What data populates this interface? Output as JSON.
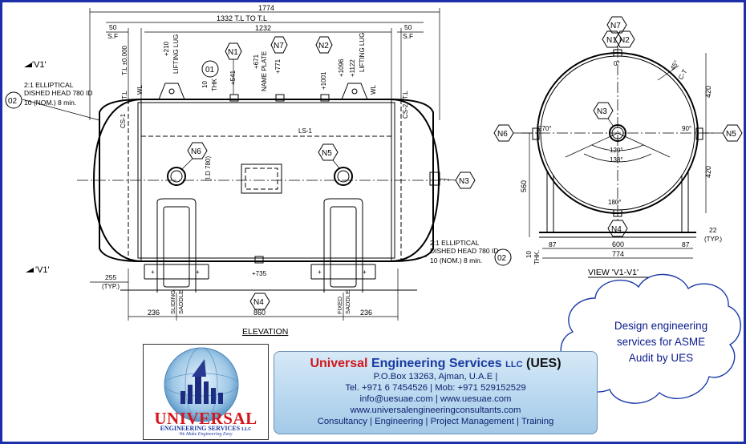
{
  "elevation": {
    "title": "ELEVATION",
    "dims": {
      "overall": "1774",
      "tl_to_tl": "1332 T.L TO T.L",
      "shell": "1232",
      "sf_left_val": "50",
      "sf_left_lbl": "S.F",
      "sf_right_val": "50",
      "sf_right_lbl": "S.F",
      "dim_255": "255",
      "typ": "(TYP.)",
      "dim_236_left": "236",
      "dim_860": "860",
      "dim_236_right": "236",
      "id_780": "(I.D 780)"
    },
    "elevations": {
      "tl_zero": "T.L ±0.000",
      "lug1": "+210",
      "lug1_lbl": "LIFTING LUG",
      "n1": "+541",
      "nameplate_val": "+671",
      "nameplate_lbl": "NAME PLATE",
      "n7": "+771",
      "n2": "+1001",
      "n2b": "+1096",
      "lug2": "+1122",
      "lug2_lbl": "LIFTING LUG",
      "n4": "+735"
    },
    "labels": {
      "wl_left": "WL",
      "wl_right": "WL",
      "tl_left": "T.L",
      "tl_right": "T.L",
      "thk_val": "10",
      "thk_lbl": "THK",
      "cs1": "CS-1",
      "cs2": "CS-2",
      "ls1": "LS-1",
      "sliding_saddle_1": "SLIDING",
      "sliding_saddle_2": "SADDLE",
      "fixed_saddle_1": "FIXED",
      "fixed_saddle_2": "SADDLE",
      "view_top": "'V1'",
      "view_bottom": "'V1'"
    },
    "heads": {
      "head_left": [
        "2:1 ELLIPTICAL",
        "DISHED HEAD 780 ID",
        "10 (NOM.) 8 min."
      ],
      "head_right": [
        "2:1 ELLIPTICAL",
        "DISHED HEAD 780 ID",
        "10 (NOM.) 8 min."
      ]
    },
    "tags": {
      "t01": "01",
      "t02_left": "02",
      "t02_right": "02",
      "n1": "N1",
      "n2": "N2",
      "n3": "N3",
      "n4": "N4",
      "n5": "N5",
      "n6": "N6",
      "n7": "N7"
    }
  },
  "side_view": {
    "title": "VIEW  'V1-V1'",
    "tags": {
      "n7": "N7",
      "n1": "N1",
      "n2": "N2",
      "n3": "N3",
      "n4": "N4",
      "n5": "N5",
      "n6": "N6"
    },
    "angles": {
      "a0": "0°",
      "a90": "90°",
      "a180": "180°",
      "a270": "270°",
      "a120": "120°",
      "a138": "138°",
      "a45": "45°",
      "ct": "C-T"
    },
    "dims": {
      "d420_top": "420",
      "d420_bot": "420",
      "d560": "560",
      "d87_left": "87",
      "d600": "600",
      "d87_right": "87",
      "d774": "774",
      "d22": "22",
      "typ": "(TYP.)",
      "thk_val": "10",
      "thk_lbl": "THK."
    }
  },
  "company": {
    "logo_word": "UNIVERSAL",
    "logo_sub": "ENGINEERING SERVICES",
    "logo_llc": "LLC",
    "logo_tagline": "We Make Engineering Easy",
    "name_part1": "Universal",
    "name_part2": "Engineering Services",
    "name_llc": "LLC",
    "name_abbr": "(UES)",
    "address": "P.O.Box 13263, Ajman, U.A.E |",
    "phone": "Tel. +971 6 7454526 | Mob: +971 529152529",
    "emails": "info@uesuae.com  |  www.uesuae.com",
    "website": "www.universalengineeringconsultants.com",
    "services": "Consultancy | Engineering | Project Management | Training"
  },
  "cloud": {
    "line1": "Design engineering",
    "line2": "services for ASME",
    "line3": "Audit by UES"
  },
  "colors": {
    "frame": "#1c2fa8",
    "brand_red": "#d3161b",
    "brand_blue": "#1b3aa0",
    "cloud_text": "#0a1a8c",
    "banner_bg": "#b9d8ef"
  }
}
